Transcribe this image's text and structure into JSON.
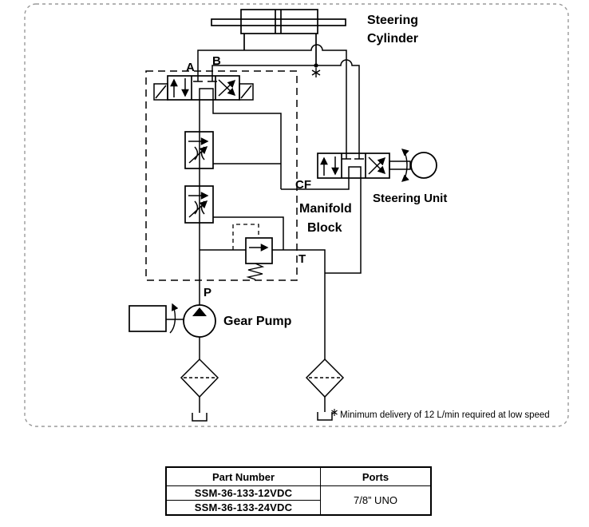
{
  "diagram": {
    "cylinder_label_1": "Steering",
    "cylinder_label_2": "Cylinder",
    "port_a": "A",
    "port_b": "B",
    "port_cf": "CF",
    "port_t": "T",
    "port_p": "P",
    "manifold_label_1": "Manifold",
    "manifold_label_2": "Block",
    "steering_unit_label": "Steering Unit",
    "gear_pump_label": "Gear Pump",
    "footnote": "Minimum delivery of 12 L/min required at low speed"
  },
  "table": {
    "headers": [
      "Part Number",
      "Ports"
    ],
    "part_numbers": [
      "SSM-36-133-12VDC",
      "SSM-36-133-24VDC"
    ],
    "ports_value": "7/8” UNO"
  },
  "colors": {
    "line": "#000000",
    "outer_border": "#9a9a9a",
    "background": "#ffffff"
  }
}
